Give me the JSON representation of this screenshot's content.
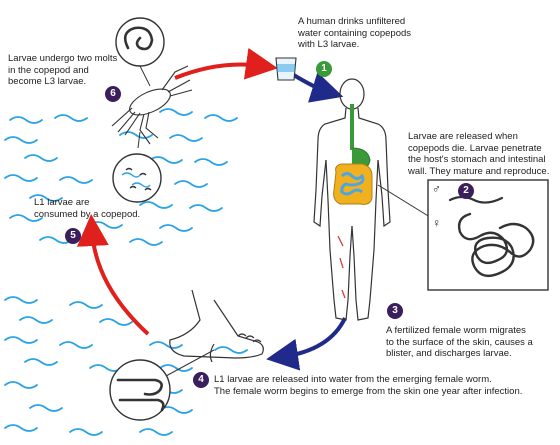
{
  "steps": [
    {
      "number": "1",
      "text_lines": [
        "A human drinks unfiltered",
        "water containing copepods",
        "with L3 larvae."
      ]
    },
    {
      "number": "2",
      "text_lines": [
        "Larvae are released when",
        "copepods die. Larvae penetrate",
        "the host's stomach and intestinal",
        "wall. They mature and reproduce."
      ]
    },
    {
      "number": "3",
      "text_lines": [
        "A fertilized female worm migrates",
        "to the surface of the skin, causes a",
        "blister, and discharges larvae."
      ]
    },
    {
      "number": "4",
      "text_lines": [
        "L1 larvae are released into water from the emerging female worm.",
        "The female worm begins to emerge from the skin one year after infection."
      ]
    },
    {
      "number": "5",
      "text_lines": [
        "L1 larvae are",
        "consumed by a copepod."
      ]
    },
    {
      "number": "6",
      "text_lines": [
        "Larvae undergo two molts",
        "in the copepod and",
        "become L3 larvae."
      ]
    }
  ],
  "sex_symbols": {
    "male": "♂",
    "female": "♀"
  },
  "colors": {
    "badge_green": "#3a9a3a",
    "badge_purple": "#3b1f5c",
    "arrow_red": "#e0201c",
    "arrow_blue": "#1f2a8a",
    "water": "#2aa3e6",
    "esophagus": "#3a9a3a",
    "stomach": "#3a9a3a",
    "intestine": "#4ea6e0",
    "colon": "#f0b020",
    "outline": "#333333"
  }
}
